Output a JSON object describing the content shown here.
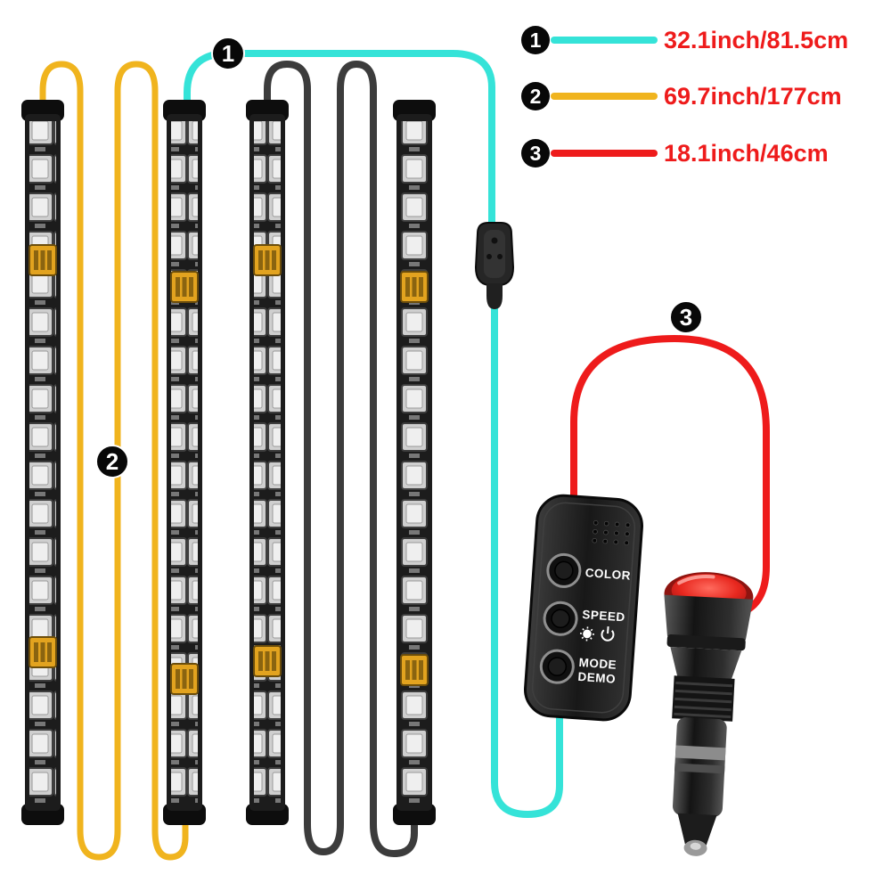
{
  "legend": {
    "items": [
      {
        "number": "1",
        "label": "32.1inch/81.5cm",
        "line_color": "#35e3d8"
      },
      {
        "number": "2",
        "label": "69.7inch/177cm",
        "line_color": "#f0b41e"
      },
      {
        "number": "3",
        "label": "18.1inch/46cm",
        "line_color": "#ee1b1b"
      }
    ],
    "label_color": "#ee1b1b"
  },
  "callout_badges": [
    {
      "number": "1"
    },
    {
      "number": "2"
    },
    {
      "number": "3"
    }
  ],
  "controller": {
    "labels": {
      "color": "COLOR",
      "speed": "SPEED",
      "mode": "MODE",
      "demo": "DEMO"
    }
  },
  "cables": {
    "cyan": {
      "color": "#35e3d8"
    },
    "yellow": {
      "color": "#f0b41e"
    },
    "gray": {
      "color": "#3c3c3c"
    },
    "red": {
      "color": "#ee1b1b"
    }
  }
}
